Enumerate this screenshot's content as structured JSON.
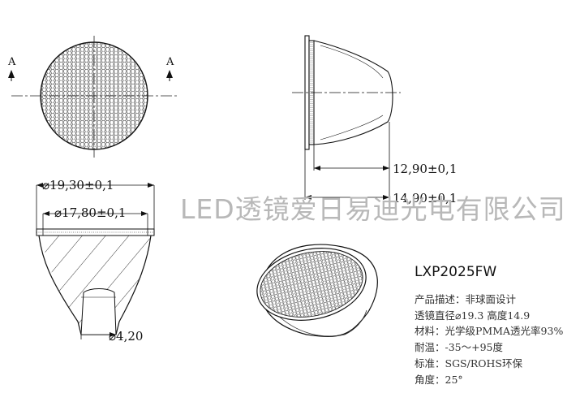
{
  "section_marker": "A",
  "dimensions": {
    "outer_diameter": "⌀19,30±0,1",
    "inner_diameter": "⌀17,80±0,1",
    "bottom_diameter": "⌀4,20",
    "height_body": "12,90±0,1",
    "height_total": "14,90±0,1"
  },
  "watermark": "LED透镜爱日易迪光电有限公司",
  "product": {
    "model": "LXP2025FW",
    "specs": [
      "产品描述：非球面设计",
      "透镜直径⌀19.3 高度14.9",
      "材料：光学级PMMA透光率93%",
      "耐温：-35～+95度",
      "标准：SGS/ROHS环保",
      "角度：25°"
    ]
  }
}
